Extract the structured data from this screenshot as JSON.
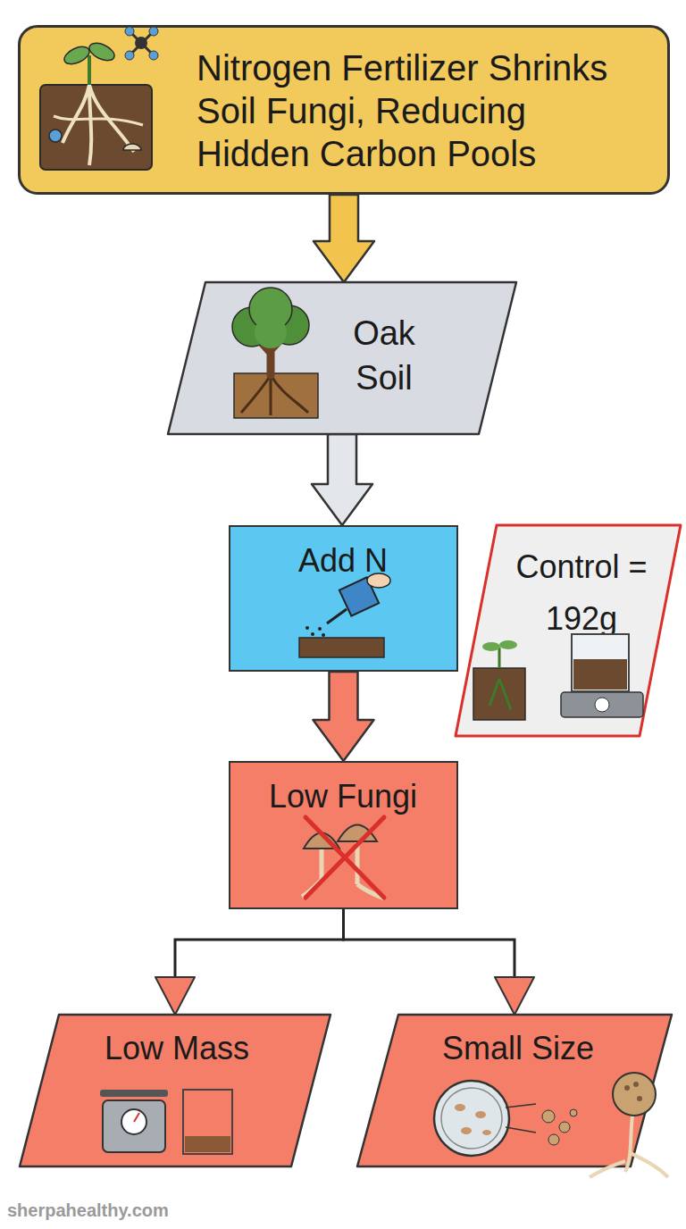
{
  "diagram": {
    "nodes": [
      {
        "text": [
          "Nitrogen Fertilizer Shrinks Soil Fungi, Reducing Hidden Carbon Pools"
        ]
      },
      {
        "text": [
          "Oak Soil"
        ]
      },
      {
        "text": [
          "Add N"
        ]
      },
      {
        "text": [
          "Control = 192g"
        ]
      },
      {
        "text": [
          "Low Fungi"
        ]
      },
      {
        "text": [
          "Low Mass"
        ]
      },
      {
        "text": [
          "Small Size"
        ]
      }
    ],
    "edges": [
      {
        "from": 0,
        "to": 1,
        "arrow": "to"
      },
      {
        "from": 1,
        "to": 2,
        "arrow": "to"
      },
      {
        "from": 2,
        "to": 4,
        "arrow": "to"
      },
      {
        "from": 4,
        "to": 5,
        "arrow": "to"
      },
      {
        "from": 4,
        "to": 6,
        "arrow": "to"
      }
    ],
    "labels": [
      "sherpahealthy.com"
    ]
  }
}
